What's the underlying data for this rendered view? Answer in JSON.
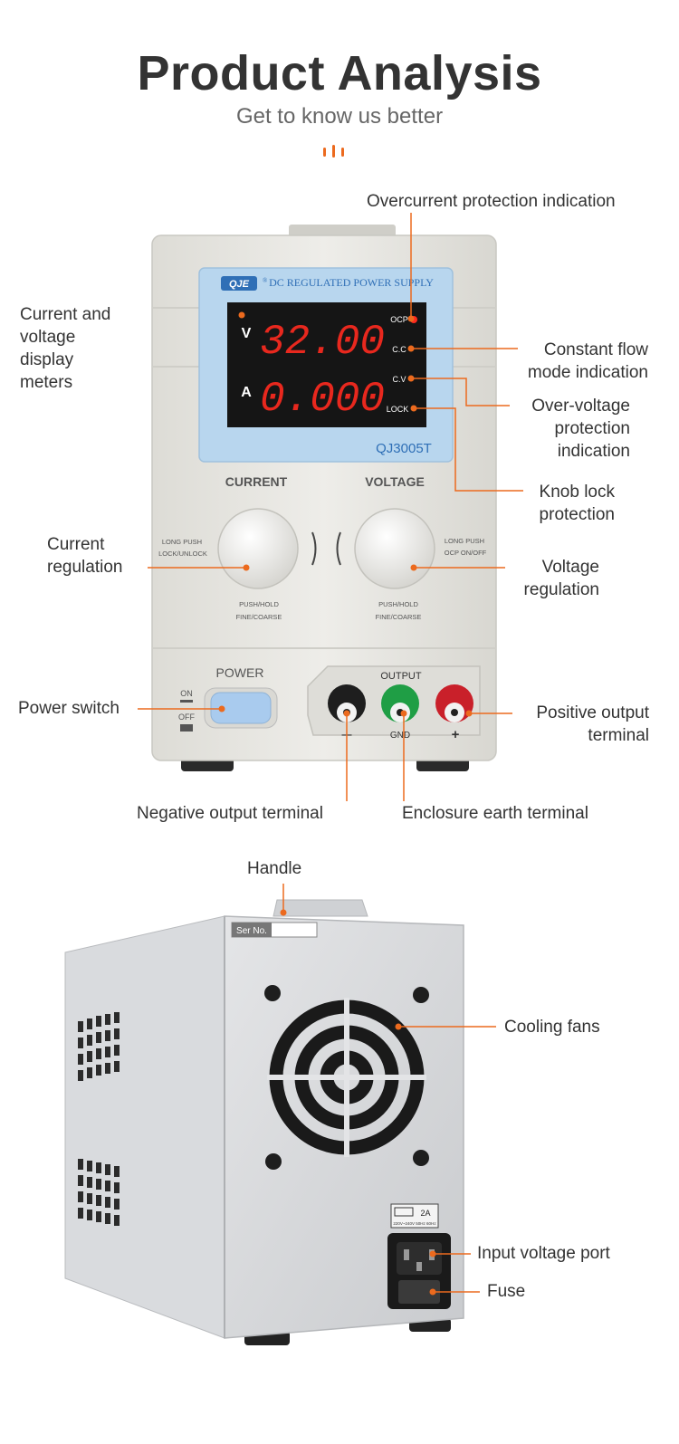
{
  "page": {
    "title": "Product Analysis",
    "subtitle": "Get to know us better"
  },
  "device_front": {
    "brand_logo": "QJE",
    "panel_title": "DC REGULATED POWER SUPPLY",
    "model": "QJ3005T",
    "voltage_unit": "V",
    "current_unit": "A",
    "voltage_reading": "32.00",
    "current_reading": "0.000",
    "indicators": [
      "OCP",
      "C.C",
      "C.V",
      "LOCK"
    ],
    "current_knob_label": "CURRENT",
    "voltage_knob_label": "VOLTAGE",
    "current_push_text": "LONG PUSH\nLOCK/UNLOCK",
    "voltage_push_text": "LONG PUSH\nOCP ON/OFF",
    "hold_text": "PUSH/HOLD\nFINE/COARSE",
    "power_label": "POWER",
    "on_label": "ON",
    "off_label": "OFF",
    "output_label": "OUTPUT",
    "terminal_negative": "—",
    "terminal_gnd": "GND",
    "terminal_positive": "+"
  },
  "device_back": {
    "serial_label": "Ser No.",
    "fuse_rating": "2A",
    "input_spec": "220V~240V 50Hz 60Hz"
  },
  "callouts": {
    "overcurrent": "Overcurrent protection indication",
    "display_meters": "Current and\nvoltage\ndisplay\nmeters",
    "constant_flow": "Constant flow\nmode indication",
    "overvoltage": "Over-voltage\nprotection\nindication",
    "knob_lock": "Knob lock\nprotection",
    "current_regulation": "Current\nregulation",
    "voltage_regulation": "Voltage\nregulation",
    "power_switch": "Power switch",
    "positive_terminal": "Positive output\nterminal",
    "negative_terminal": "Negative output terminal",
    "earth_terminal": "Enclosure earth terminal",
    "handle": "Handle",
    "cooling_fans": "Cooling fans",
    "input_port": "Input voltage port",
    "fuse": "Fuse"
  },
  "colors": {
    "accent": "#ec6a1e",
    "title": "#333333",
    "panel_blue": "#b8d6ee",
    "led_red": "#e8281e",
    "case_grey": "#e6e5e0"
  }
}
